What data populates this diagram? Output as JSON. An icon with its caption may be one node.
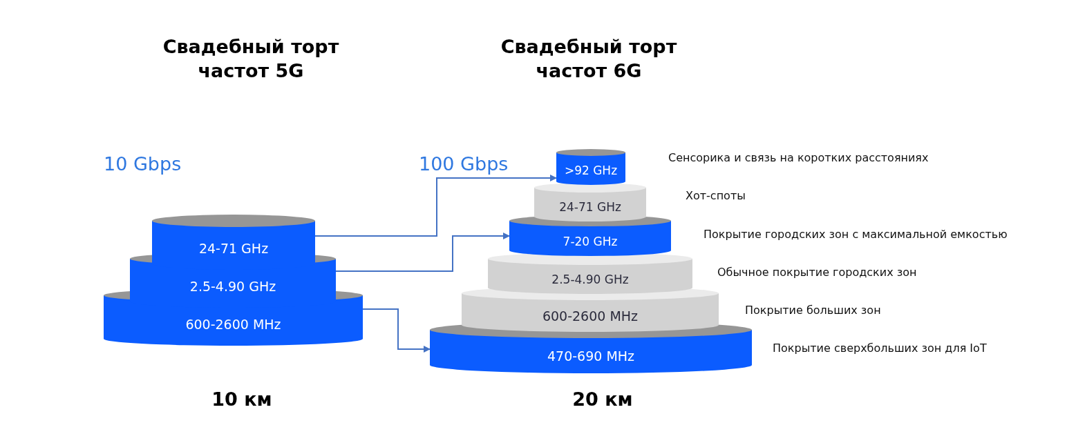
{
  "diagram": {
    "nodes": [
      {
        "text": [
          "24-71 GHz"
        ]
      },
      {
        "text": [
          "2.5-4.90 GHz"
        ]
      },
      {
        "text": [
          "600-2600 MHz"
        ]
      },
      {
        "text": [
          ">92 GHz"
        ]
      },
      {
        "text": [
          "24-71 GHz"
        ]
      },
      {
        "text": [
          "7-20 GHz"
        ]
      },
      {
        "text": [
          "2.5-4.90 GHz"
        ]
      },
      {
        "text": [
          "600-2600 MHz"
        ]
      },
      {
        "text": [
          "470-690 MHz"
        ]
      }
    ],
    "edges": [
      {
        "from": 0,
        "to": 3,
        "arrow": "to"
      },
      {
        "from": 1,
        "to": 5,
        "arrow": "to"
      },
      {
        "from": 2,
        "to": 8,
        "arrow": "to"
      }
    ],
    "labels": [
      "Свадебный торт частот 5G",
      "Свадебный торт частот 6G",
      "10 Gbps",
      "100 Gbps",
      "Сенсорика и связь на коротких расстояниях",
      "Хот-споты",
      "Покрытие городских зон с максимальной емкостью",
      "Обычное покрытие городских зон",
      "Покрытие больших зон",
      "Покрытие сверхбольших зон для IoT",
      "10 км",
      "20 км"
    ]
  }
}
